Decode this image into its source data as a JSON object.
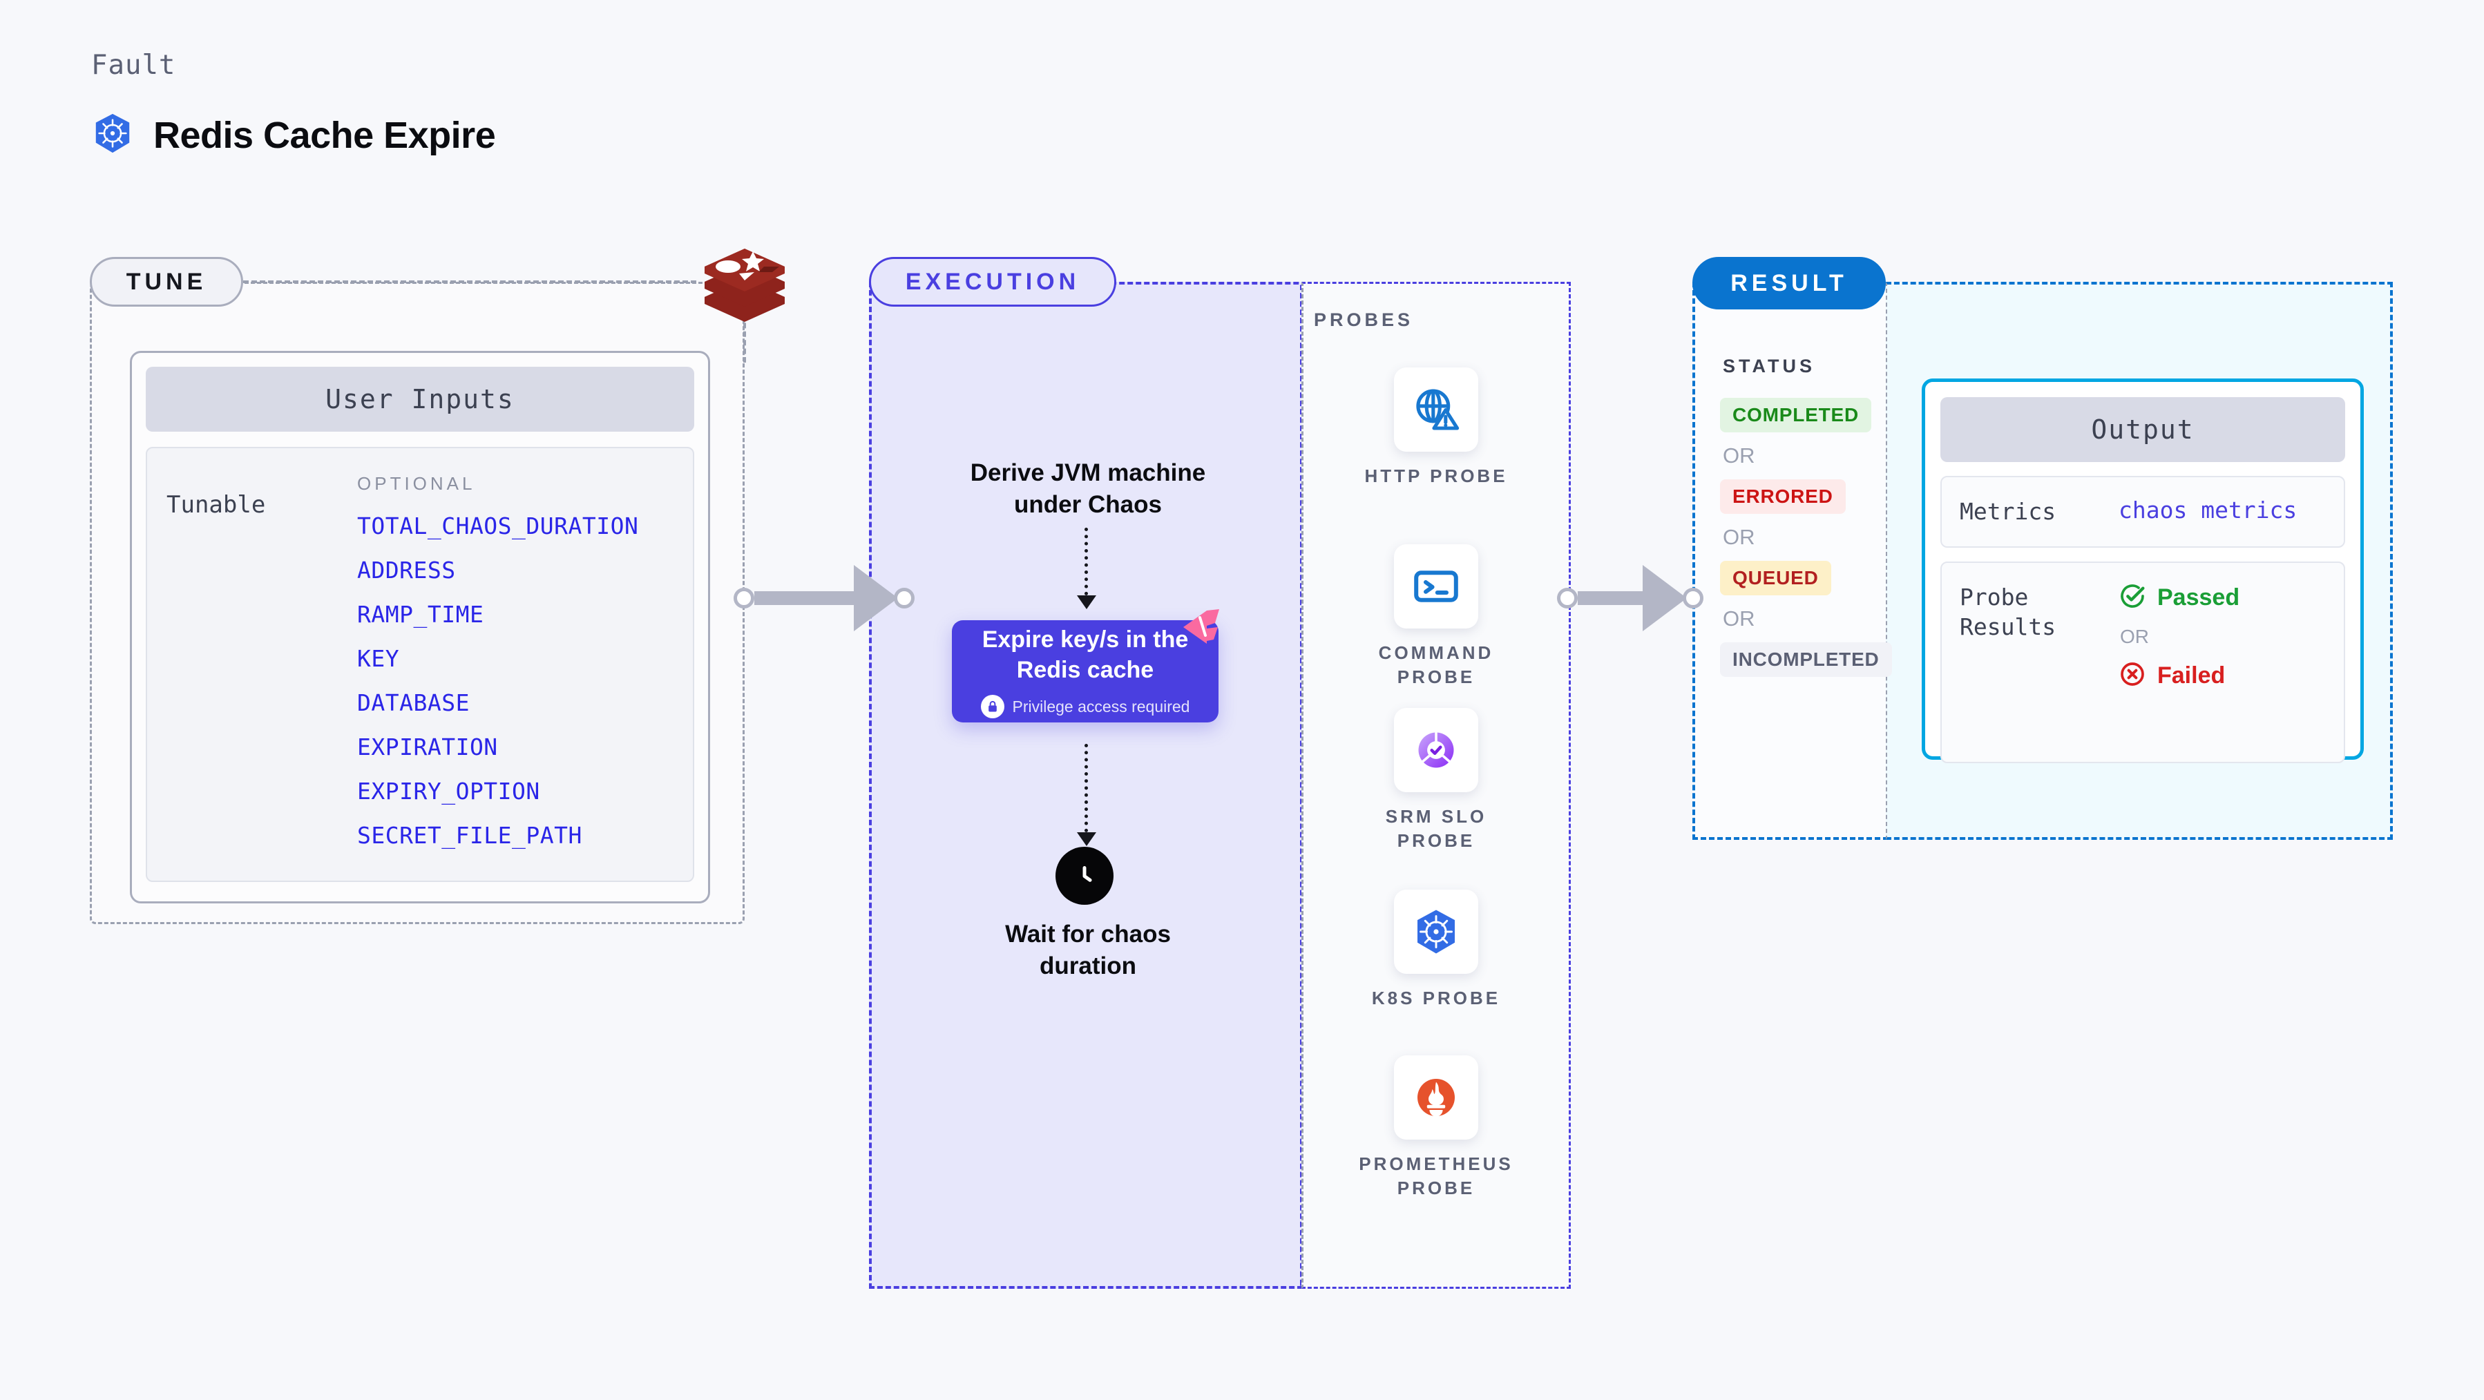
{
  "header": {
    "eyebrow": "Fault",
    "title": "Redis Cache Expire",
    "icon": "kubernetes-icon"
  },
  "colors": {
    "accent_purple": "#4a3fe0",
    "accent_blue": "#0a74cf",
    "accent_cyan": "#00a6e2",
    "env_var_blue": "#2a25e8",
    "redis_red": "#a32b22",
    "prometheus_orange": "#e6522c",
    "status_completed": "#1a8a1a",
    "status_errored": "#cc1414",
    "status_queued": "#b22020",
    "status_incompleted": "#5b6074"
  },
  "tune": {
    "pill_label": "TUNE",
    "source_icon": "redis-icon",
    "panel_title": "User Inputs",
    "group_label": "Tunable",
    "optional_label": "OPTIONAL",
    "env_vars": [
      "TOTAL_CHAOS_DURATION",
      "ADDRESS",
      "RAMP_TIME",
      "KEY",
      "DATABASE",
      "EXPIRATION",
      "EXPIRY_OPTION",
      "SECRET_FILE_PATH"
    ]
  },
  "execution": {
    "pill_label": "EXECUTION",
    "step_1": "Derive JVM machine\nunder Chaos",
    "chaos_card": {
      "title": "Expire key/s in the\nRedis cache",
      "privilege_note": "Privilege access required",
      "lock_icon": "lock-icon",
      "flag_icon": "chaos-flag-icon"
    },
    "step_2": "Wait for chaos\nduration",
    "clock_icon": "clock-icon"
  },
  "probes": {
    "label": "PROBES",
    "items": [
      {
        "name": "HTTP  PROBE",
        "icon": "globe-warning-icon"
      },
      {
        "name": "COMMAND\nPROBE",
        "icon": "terminal-icon"
      },
      {
        "name": "SRM  SLO\nPROBE",
        "icon": "slo-donut-check-icon"
      },
      {
        "name": "K8S  PROBE",
        "icon": "kubernetes-icon"
      },
      {
        "name": "PROMETHEUS\nPROBE",
        "icon": "prometheus-icon"
      }
    ]
  },
  "result": {
    "pill_label": "RESULT",
    "status_label": "STATUS",
    "or_label": "OR",
    "statuses": [
      {
        "label": "COMPLETED",
        "bg": "#e2f4e2",
        "fg": "#1a8a1a"
      },
      {
        "label": "ERRORED",
        "bg": "#fdeaea",
        "fg": "#cc1414"
      },
      {
        "label": "QUEUED",
        "bg": "#fdf0c8",
        "fg": "#b22020"
      },
      {
        "label": "INCOMPLETED",
        "bg": "#f1f2f7",
        "fg": "#5b6074"
      }
    ],
    "output": {
      "title": "Output",
      "metrics_key": "Metrics",
      "metrics_value": "chaos metrics",
      "probe_results_key": "Probe\nResults",
      "passed_label": "Passed",
      "failed_label": "Failed",
      "or_label": "OR",
      "passed_icon": "check-circle-icon",
      "failed_icon": "x-circle-icon"
    }
  }
}
